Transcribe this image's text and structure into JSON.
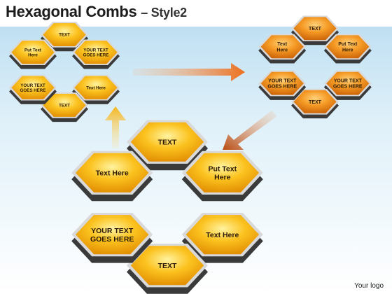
{
  "title": "Hexagonal Combs",
  "subtitle": "– Style2",
  "footer_logo": "Your logo",
  "colors": {
    "yellow_fill": "#f7b711",
    "orange_fill": "#f08a1c",
    "edge": "#3a3a3a",
    "arrow": "#e0782a"
  },
  "combs": [
    {
      "style": "yellow",
      "hexes": [
        [
          "TEXT"
        ],
        [
          "YOUR TEXT",
          "GOES HERE"
        ],
        [
          "Text Here"
        ],
        [
          "TEXT"
        ],
        [
          "YOUR TEXT",
          "GOES HERE"
        ],
        [
          "Put Text",
          "Here"
        ]
      ]
    },
    {
      "style": "orange",
      "hexes": [
        [
          "TEXT"
        ],
        [
          "Put Text",
          "Here"
        ],
        [
          "YOUR TEXT",
          "GOES HERE"
        ],
        [
          "TEXT"
        ],
        [
          "YOUR TEXT",
          "GOES HERE"
        ],
        [
          "Text",
          "Here"
        ]
      ]
    },
    {
      "style": "yellow",
      "hexes": [
        [
          "TEXT"
        ],
        [
          "Put Text",
          "Here"
        ],
        [
          "Text Here"
        ],
        [
          "TEXT"
        ],
        [
          "YOUR TEXT",
          "GOES HERE"
        ],
        [
          "Text Here"
        ]
      ]
    }
  ]
}
